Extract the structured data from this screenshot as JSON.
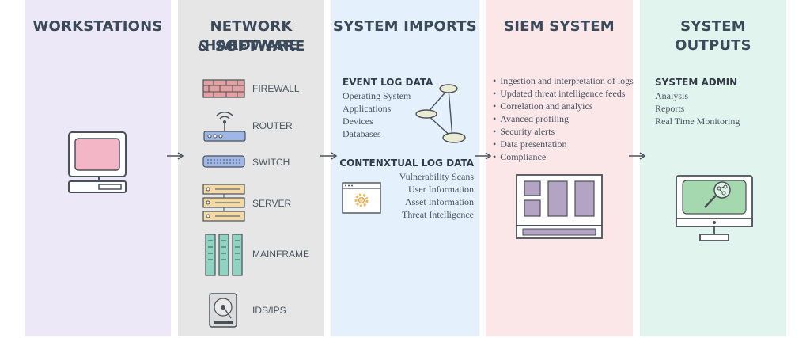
{
  "columns": {
    "workstations": {
      "title": "WORKSTATIONS",
      "bg": "#ede8f7"
    },
    "network": {
      "title_line1": "NETWORK HARDWARE",
      "title_line2": "& SOFTWARE",
      "bg": "#e6e6e6",
      "items": [
        "FIREWALL",
        "ROUTER",
        "SWITCH",
        "SERVER",
        "MAINFRAME",
        "IDS/IPS"
      ]
    },
    "imports": {
      "title": "SYSTEM IMPORTS",
      "bg": "#e4f0fb",
      "event_heading": "EVENT LOG DATA",
      "event_items": [
        "Operating System",
        "Applications",
        "Devices",
        "Databases"
      ],
      "context_heading": "CONTENXTUAL LOG DATA",
      "context_items": [
        "Vulnerability Scans",
        "User Information",
        "Asset Information",
        "Threat Intelligence"
      ]
    },
    "siem": {
      "title": "SIEM SYSTEM",
      "bg": "#fbe7e7",
      "bullets": [
        "Ingestion and interpretation of logs",
        "Updated  threat intelligence feeds",
        "Correlation and analyics",
        "Avanced profiling",
        "Security alerts",
        "Data presentation",
        "Compliance"
      ]
    },
    "outputs": {
      "title": "SYSTEM OUTPUTS",
      "bg": "#e2f4ee",
      "admin_heading": "SYSTEM ADMIN",
      "admin_items": [
        "Analysis",
        "Reports",
        "Real Time Monitoring"
      ]
    }
  },
  "icons": [
    "desktop-computer-icon",
    "firewall-icon",
    "router-icon",
    "switch-icon",
    "server-icon",
    "mainframe-icon",
    "ids-ips-icon",
    "network-graph-icon",
    "browser-gear-icon",
    "siem-dashboard-icon",
    "monitor-magnifier-icon",
    "arrow-right-icon"
  ],
  "colors": {
    "outline": "#4a5058",
    "pink": "#f2b6c6",
    "purple": "#b3a4c4",
    "green": "#a5d8ae",
    "yellow": "#f3d9a4",
    "teal": "#8fd4c0",
    "blue": "#9fb7e6",
    "brick": "#e3a2a0"
  }
}
